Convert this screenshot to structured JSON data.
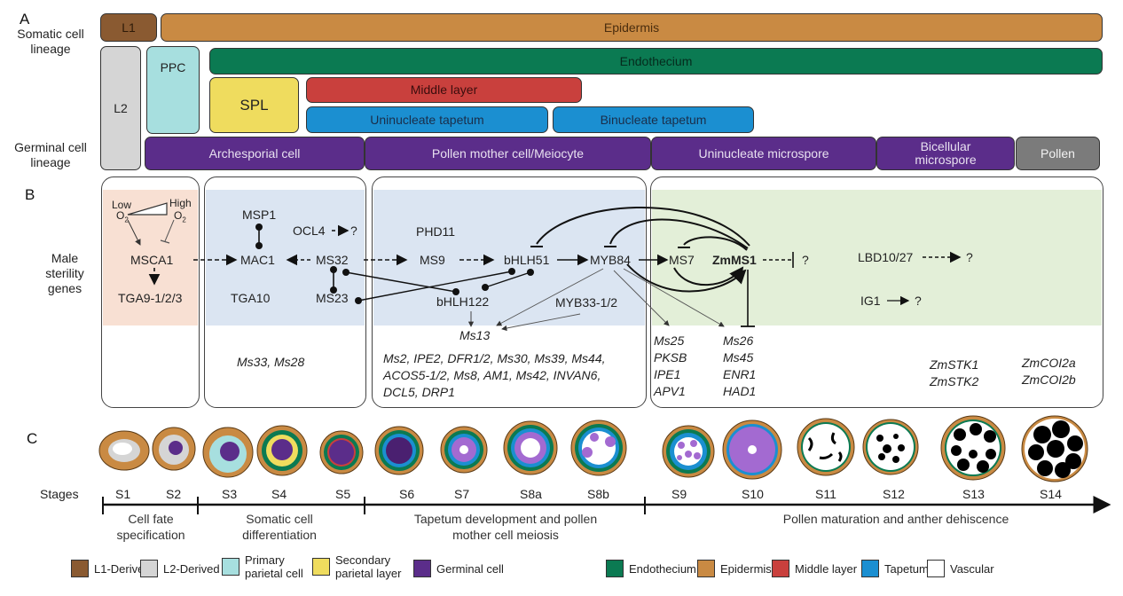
{
  "panel_a": {
    "letter": "A",
    "somatic_label": "Somatic cell lineage",
    "germinal_label": "Germinal cell lineage",
    "bars": {
      "l1": "L1",
      "epidermis": "Epidermis",
      "l2": "L2",
      "ppc": "PPC",
      "endothecium": "Endothecium",
      "spl": "SPL",
      "middle_layer": "Middle layer",
      "uninucleate_tapetum": "Uninucleate tapetum",
      "binucleate_tapetum": "Binucleate tapetum",
      "archesporial": "Archesporial cell",
      "pmc": "Pollen mother cell/Meiocyte",
      "uninucleate_microspore": "Uninucleate microspore",
      "bicellular_microspore": "Bicellular microspore",
      "pollen": "Pollen"
    }
  },
  "panel_b": {
    "letter": "B",
    "side_label": "Male sterility genes",
    "box1": {
      "low": "Low",
      "high": "High",
      "o2": "O",
      "o2_sub": "2",
      "msca1": "MSCA1",
      "tga9": "TGA9-1/2/3"
    },
    "box2": {
      "msp1": "MSP1",
      "ocl4": "OCL4",
      "q": "?",
      "mac1": "MAC1",
      "ms32": "MS32",
      "tga10": "TGA10",
      "ms23": "MS23",
      "below": "Ms33, Ms28"
    },
    "box3": {
      "phd11": "PHD11",
      "ms9": "MS9",
      "bhlh51": "bHLH51",
      "myb84": "MYB84",
      "bhlh122": "bHLH122",
      "myb33": "MYB33-1/2",
      "ms13": "Ms13",
      "below_lines": [
        "Ms2, IPE2, DFR1/2, Ms30, Ms39, Ms44,",
        "ACOS5-1/2, Ms8, AM1, Ms42, INVAN6,",
        "DCL5, DRP1"
      ]
    },
    "box4": {
      "ms7": "MS7",
      "zmms1": "ZmMS1",
      "q1": "?",
      "lbd": "LBD10/27",
      "q2": "?",
      "ig1": "IG1",
      "q3": "?",
      "col1": [
        "Ms25",
        "PKSB",
        "IPE1",
        "APV1"
      ],
      "col2": [
        "Ms26",
        "Ms45",
        "ENR1",
        "HAD1"
      ],
      "col3": [
        "ZmSTK1",
        "ZmSTK2"
      ],
      "col4": [
        "ZmCOI2a",
        "ZmCOI2b"
      ]
    }
  },
  "panel_c": {
    "letter": "C",
    "stages_label": "Stages",
    "stages": [
      "S1",
      "S2",
      "S3",
      "S4",
      "S5",
      "S6",
      "S7",
      "S8a",
      "S8b",
      "S9",
      "S10",
      "S11",
      "S12",
      "S13",
      "S14"
    ],
    "phases": [
      "Cell fate specification",
      "Somatic cell differentiation",
      "Tapetum development and pollen mother cell meiosis",
      "Pollen maturation and anther dehiscence"
    ]
  },
  "legend": [
    {
      "label": "L1-Derived",
      "color": "#8a5a31"
    },
    {
      "label": "L2-Derived",
      "color": "#d5d5d5"
    },
    {
      "label": "Primary parietal cell",
      "color": "#a7dfdf"
    },
    {
      "label": "Secondary parietal layer",
      "color": "#efdc5e"
    },
    {
      "label": "Germinal cell",
      "color": "#5b2d8a"
    },
    {
      "label": "Endothecium",
      "color": "#0b7a52"
    },
    {
      "label": "Epidermis",
      "color": "#c98a43"
    },
    {
      "label": "Middle layer",
      "color": "#c9403d"
    },
    {
      "label": "Tapetum",
      "color": "#1b8fd1"
    },
    {
      "label": "Vascular",
      "color": "#ffffff"
    }
  ]
}
